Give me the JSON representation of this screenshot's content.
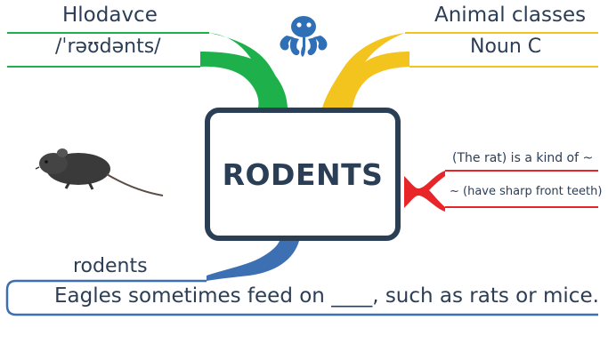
{
  "top_left": {
    "title": "Hlodavce",
    "subtitle": "/ˈrəʊdənts/"
  },
  "top_right": {
    "title": "Animal classes",
    "subtitle": "Noun C"
  },
  "center": {
    "label": "RODENTS"
  },
  "right": {
    "line1": "(The rat) is a kind of ~",
    "line2": "~ (have sharp front teeth)"
  },
  "bottom": {
    "title": "rodents",
    "sentence": "Eagles sometimes feed on ____, such as rats or mice."
  },
  "colors": {
    "green": "#1eb04b",
    "yellow": "#f4c41e",
    "red": "#e8262a",
    "blue": "#3d6fb3",
    "navy": "#2a3e56",
    "octopus": "#2f6fb6"
  },
  "icons": {
    "logo": "octopus-logo",
    "image": "rat-illustration"
  }
}
